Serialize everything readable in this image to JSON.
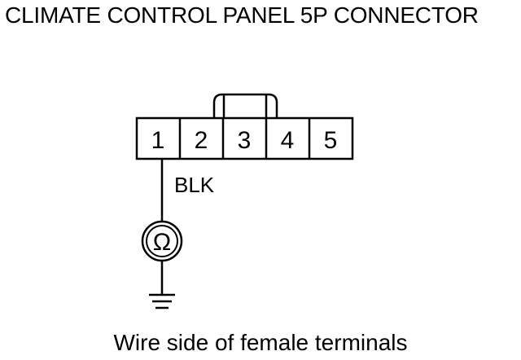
{
  "title": "CLIMATE CONTROL PANEL 5P CONNECTOR",
  "connector": {
    "terminals": [
      "1",
      "2",
      "3",
      "4",
      "5"
    ]
  },
  "wire": {
    "color_label": "BLK"
  },
  "meter": {
    "symbol": "Ω",
    "icon": "ohmmeter-icon"
  },
  "ground": {
    "icon": "ground-icon"
  },
  "caption": "Wire side of female terminals"
}
